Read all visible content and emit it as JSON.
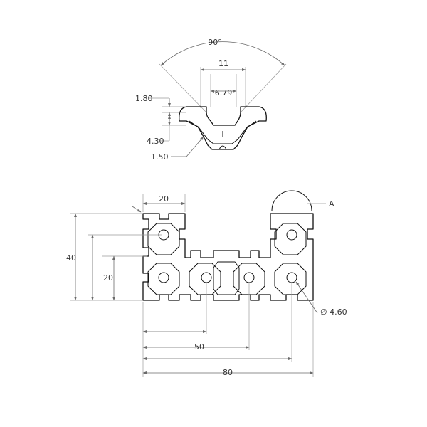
{
  "drawing": {
    "detail_dimensions": {
      "angle": "90°",
      "slot_outer_width": "11",
      "slot_inner_width": "6.79",
      "lip_thickness": "1.80",
      "slot_depth": "4.30",
      "wall_thickness": "1.50"
    },
    "profile_dimensions": {
      "module_width": "20",
      "overall_height": "40",
      "module_height": "20",
      "hole_spacing": "50",
      "overall_width": "80",
      "hole_diameter": "∅ 4.60",
      "detail_callout": "A"
    }
  }
}
